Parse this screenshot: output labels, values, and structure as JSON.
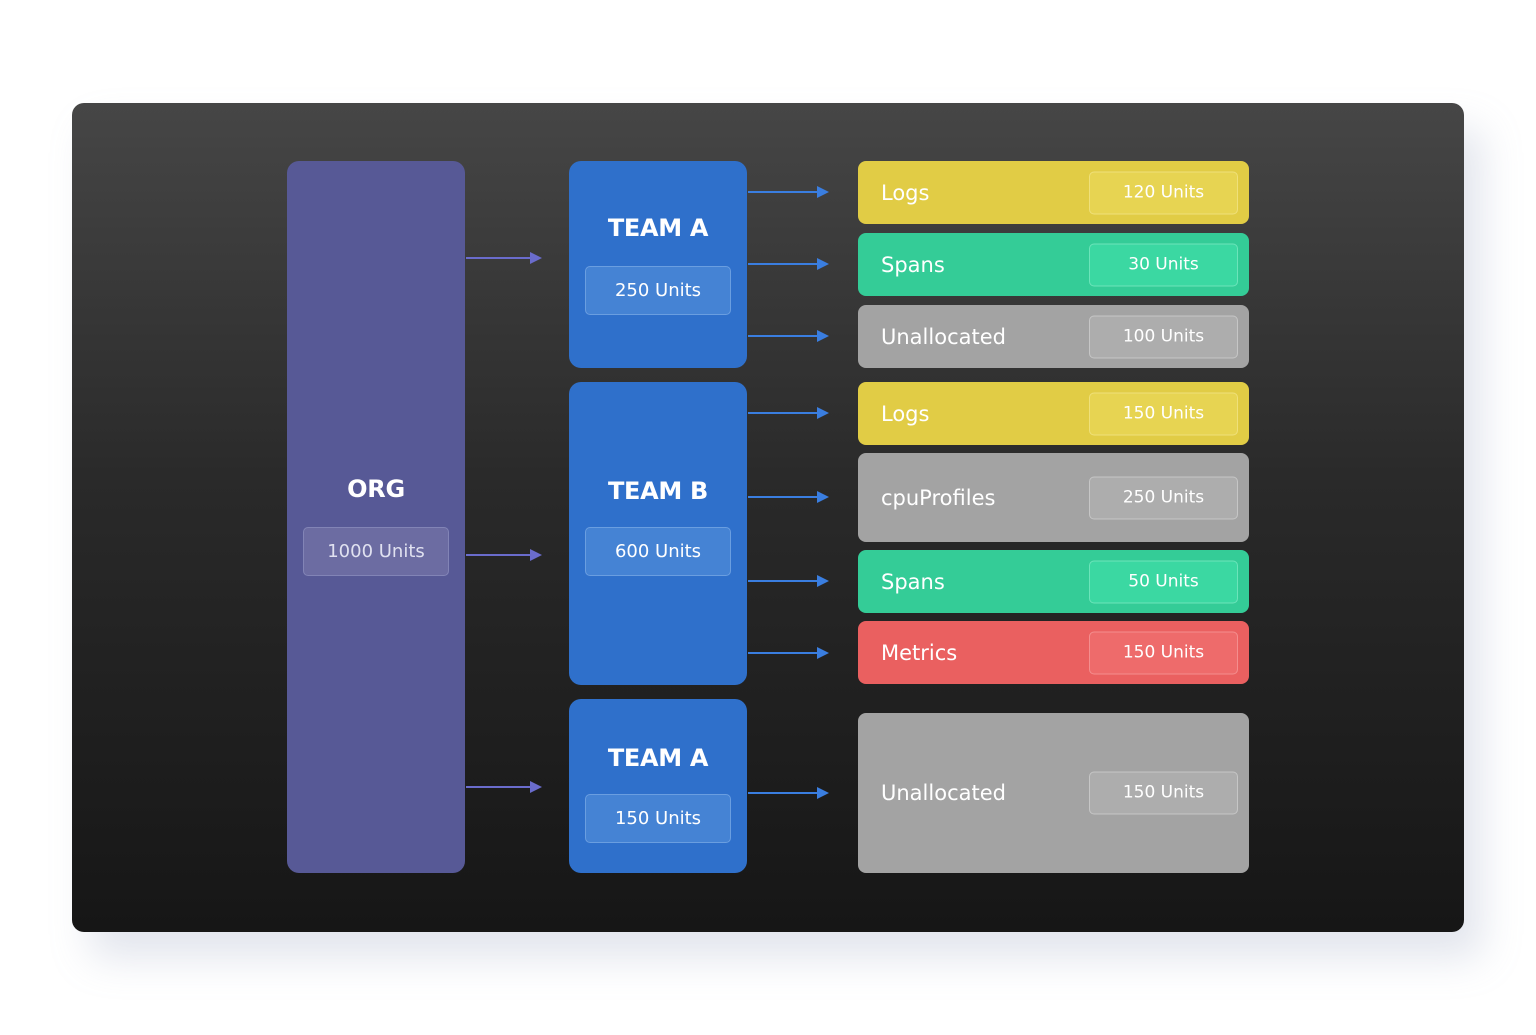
{
  "org": {
    "title": "ORG",
    "units": "1000 Units"
  },
  "teams": [
    {
      "title": "TEAM A",
      "units": "250 Units"
    },
    {
      "title": "TEAM B",
      "units": "600 Units"
    },
    {
      "title": "TEAM A",
      "units": "150 Units"
    }
  ],
  "allocations": [
    {
      "label": "Logs",
      "units": "120 Units",
      "color": "#e1cc45"
    },
    {
      "label": "Spans",
      "units": "30 Units",
      "color": "#34cc97"
    },
    {
      "label": "Unallocated",
      "units": "100 Units",
      "color": "#a3a3a3"
    },
    {
      "label": "Logs",
      "units": "150 Units",
      "color": "#e1cc45"
    },
    {
      "label": "cpuProfiles",
      "units": "250 Units",
      "color": "#a3a3a3"
    },
    {
      "label": "Spans",
      "units": "50 Units",
      "color": "#34cc97"
    },
    {
      "label": "Metrics",
      "units": "150 Units",
      "color": "#ea6060"
    },
    {
      "label": "Unallocated",
      "units": "150 Units",
      "color": "#a3a3a3"
    }
  ],
  "colors": {
    "org": "#575996",
    "team": "#2f70cb",
    "org_arrow": "#6a6ccc",
    "team_arrow": "#3a7ee0"
  }
}
